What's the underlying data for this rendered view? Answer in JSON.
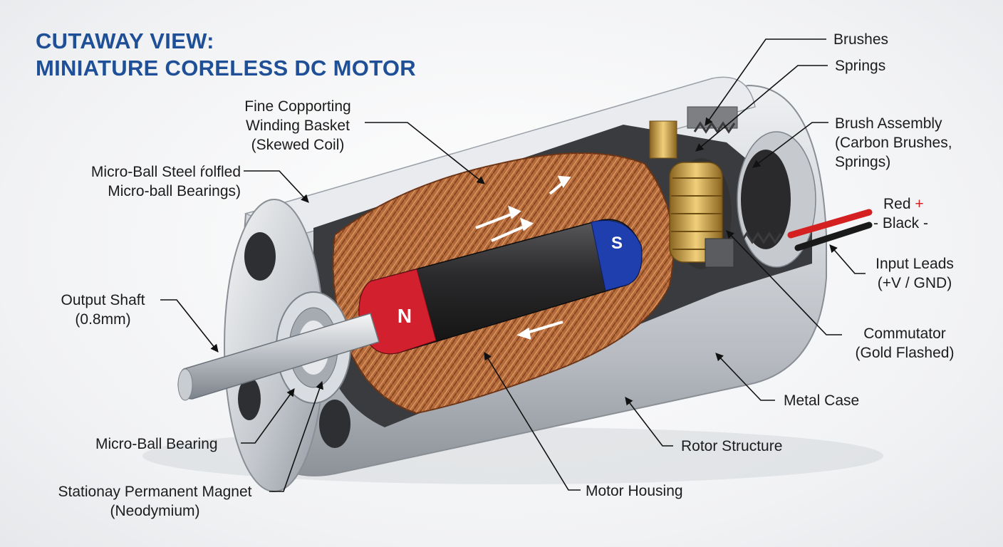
{
  "title": {
    "line1": "CUTAWAY VIEW:",
    "line2": "MINIATURE CORELESS DC MOTOR"
  },
  "labels": {
    "fine_winding": [
      "Fine Copporting",
      "Winding Basket",
      "(Skewed Coil)"
    ],
    "micro_ball_steel": [
      "Micro-Ball Steel ŕolfled",
      "Micro-ball Bearings)"
    ],
    "output_shaft": [
      "Output Shaft",
      "(0.8mm)"
    ],
    "micro_ball_bearing": "Micro-Ball Bearing",
    "stationary_magnet": [
      "Stationay Permanent Magnet",
      "(Neodymium)"
    ],
    "brushes": "Brushes",
    "springs": "Springs",
    "brush_assembly": [
      "Brush Assembly",
      "(Carbon Brushes,",
      "Springs)"
    ],
    "red": "Red",
    "red_sign": "+",
    "black": "- Black -",
    "input_leads": [
      "Input Leads",
      "(+V / GND)"
    ],
    "commutator": [
      "Commutator",
      "(Gold Flashed)"
    ],
    "metal_case": "Metal Case",
    "rotor_structure": "Rotor Structure",
    "motor_housing": "Motor Housing"
  },
  "magnet": {
    "north": "N",
    "south": "S"
  },
  "colors": {
    "title": "#1f4f96",
    "copper": "#b8693a",
    "magnet_north": "#d2202e",
    "magnet_south": "#1f3fae",
    "housing": "#c9ccd1",
    "gold": "#c9a040",
    "red_lead": "#d42020",
    "black_lead": "#1a1a1a"
  }
}
